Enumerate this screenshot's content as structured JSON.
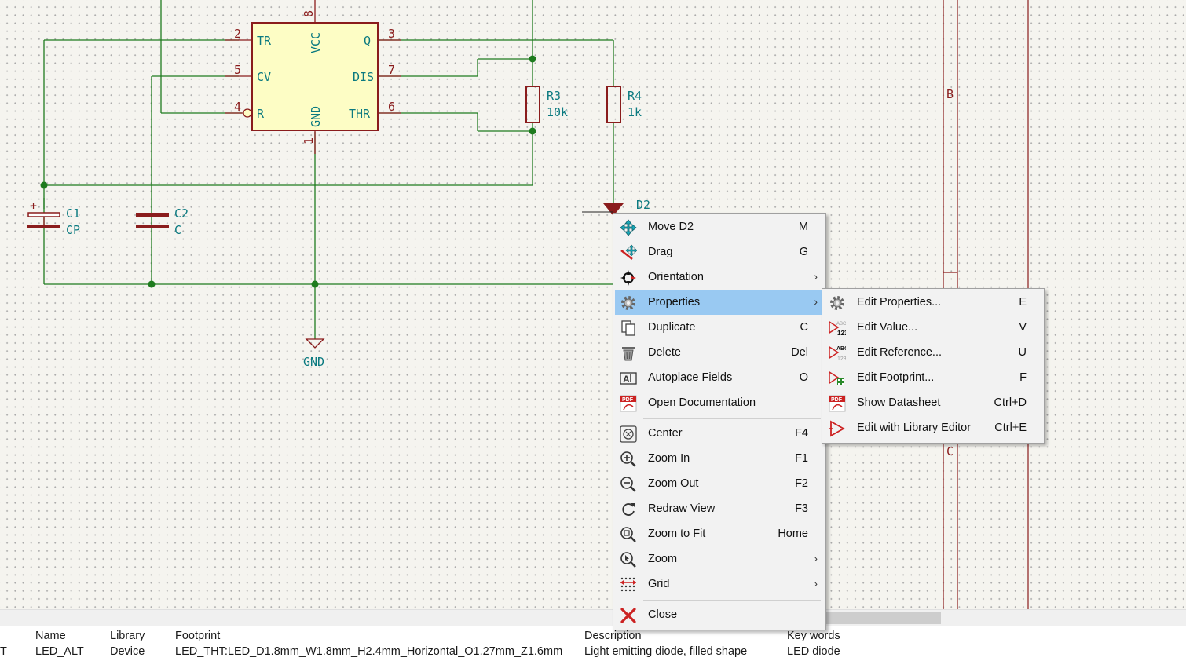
{
  "schematic": {
    "ic": {
      "pins": [
        {
          "num": "2",
          "name": "TR"
        },
        {
          "num": "5",
          "name": "CV"
        },
        {
          "num": "4",
          "name": "R"
        },
        {
          "num": "8",
          "name": "VCC"
        },
        {
          "num": "1",
          "name": "GND"
        },
        {
          "num": "3",
          "name": "Q"
        },
        {
          "num": "7",
          "name": "DIS"
        },
        {
          "num": "6",
          "name": "THR"
        }
      ]
    },
    "components": {
      "r3_ref": "R3",
      "r3_val": "10k",
      "r4_ref": "R4",
      "r4_val": "1k",
      "c1_ref": "C1",
      "c1_val": "CP",
      "c2_ref": "C2",
      "c2_val": "C",
      "d2_ref": "D2",
      "gnd_label": "GND",
      "c1_plus": "+"
    },
    "sheet_border": {
      "row_b": "B",
      "row_c": "C"
    },
    "colors": {
      "wire": "#1e7b1e",
      "component": "#8a1c1c",
      "body_fill": "#fdfdc5",
      "label": "#0b7a80"
    }
  },
  "context_menu": {
    "items": [
      {
        "label": "Move D2",
        "shortcut": "M",
        "icon": "move-icon"
      },
      {
        "label": "Drag",
        "shortcut": "G",
        "icon": "drag-icon"
      },
      {
        "label": "Orientation",
        "shortcut": "",
        "icon": "orientation-icon",
        "submenu": true
      },
      {
        "label": "Properties",
        "shortcut": "",
        "icon": "gear-icon",
        "submenu": true,
        "highlighted": true
      },
      {
        "label": "Duplicate",
        "shortcut": "C",
        "icon": "duplicate-icon"
      },
      {
        "label": "Delete",
        "shortcut": "Del",
        "icon": "trash-icon"
      },
      {
        "label": "Autoplace Fields",
        "shortcut": "O",
        "icon": "autoplace-icon"
      },
      {
        "label": "Open Documentation",
        "shortcut": "",
        "icon": "pdf-icon"
      },
      {
        "label": "Center",
        "shortcut": "F4",
        "icon": "center-icon"
      },
      {
        "label": "Zoom In",
        "shortcut": "F1",
        "icon": "zoom-in-icon"
      },
      {
        "label": "Zoom Out",
        "shortcut": "F2",
        "icon": "zoom-out-icon"
      },
      {
        "label": "Redraw View",
        "shortcut": "F3",
        "icon": "redraw-icon"
      },
      {
        "label": "Zoom to Fit",
        "shortcut": "Home",
        "icon": "zoom-fit-icon"
      },
      {
        "label": "Zoom",
        "shortcut": "",
        "icon": "zoom-tool-icon",
        "submenu": true
      },
      {
        "label": "Grid",
        "shortcut": "",
        "icon": "grid-icon",
        "submenu": true
      },
      {
        "label": "Close",
        "shortcut": "",
        "icon": "close-icon"
      }
    ]
  },
  "properties_submenu": {
    "items": [
      {
        "label": "Edit Properties...",
        "shortcut": "E",
        "icon": "gear-icon"
      },
      {
        "label": "Edit Value...",
        "shortcut": "V",
        "icon": "edit-value-icon"
      },
      {
        "label": "Edit Reference...",
        "shortcut": "U",
        "icon": "edit-reference-icon"
      },
      {
        "label": "Edit Footprint...",
        "shortcut": "F",
        "icon": "edit-footprint-icon"
      },
      {
        "label": "Show Datasheet",
        "shortcut": "Ctrl+D",
        "icon": "pdf-icon"
      },
      {
        "label": "Edit with Library Editor",
        "shortcut": "Ctrl+E",
        "icon": "library-editor-icon"
      }
    ]
  },
  "info_bar": {
    "first_col_value": "T",
    "name_label": "Name",
    "name_value": "LED_ALT",
    "library_label": "Library",
    "library_value": "Device",
    "footprint_label": "Footprint",
    "footprint_value": "LED_THT:LED_D1.8mm_W1.8mm_H2.4mm_Horizontal_O1.27mm_Z1.6mm",
    "description_label": "Description",
    "description_value": "Light emitting diode, filled shape",
    "keywords_label": "Key words",
    "keywords_value": "LED diode"
  }
}
